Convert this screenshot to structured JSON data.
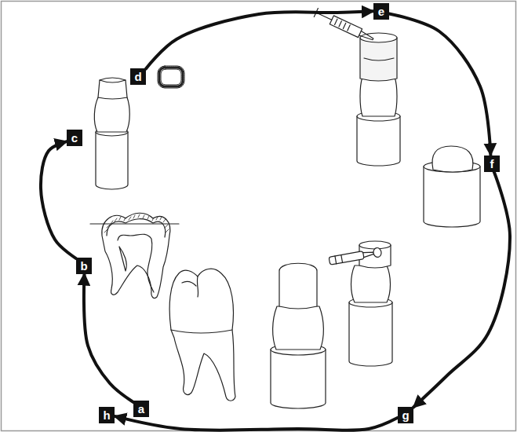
{
  "diagram": {
    "nodes": [
      {
        "text": [
          "a"
        ]
      },
      {
        "text": [
          "b"
        ]
      },
      {
        "text": [
          "c"
        ]
      },
      {
        "text": [
          "d"
        ]
      },
      {
        "text": [
          "e"
        ]
      },
      {
        "text": [
          "f"
        ]
      },
      {
        "text": [
          "g"
        ]
      },
      {
        "text": [
          "h"
        ]
      }
    ],
    "edges": [
      {
        "from": 0,
        "to": 1,
        "arrow": "to"
      },
      {
        "from": 1,
        "to": 2,
        "arrow": "to"
      },
      {
        "from": 3,
        "to": 4,
        "arrow": "to"
      },
      {
        "from": 4,
        "to": 5,
        "arrow": "to"
      },
      {
        "from": 5,
        "to": 6,
        "arrow": "to"
      },
      {
        "from": 6,
        "to": 7,
        "arrow": "to"
      }
    ]
  }
}
